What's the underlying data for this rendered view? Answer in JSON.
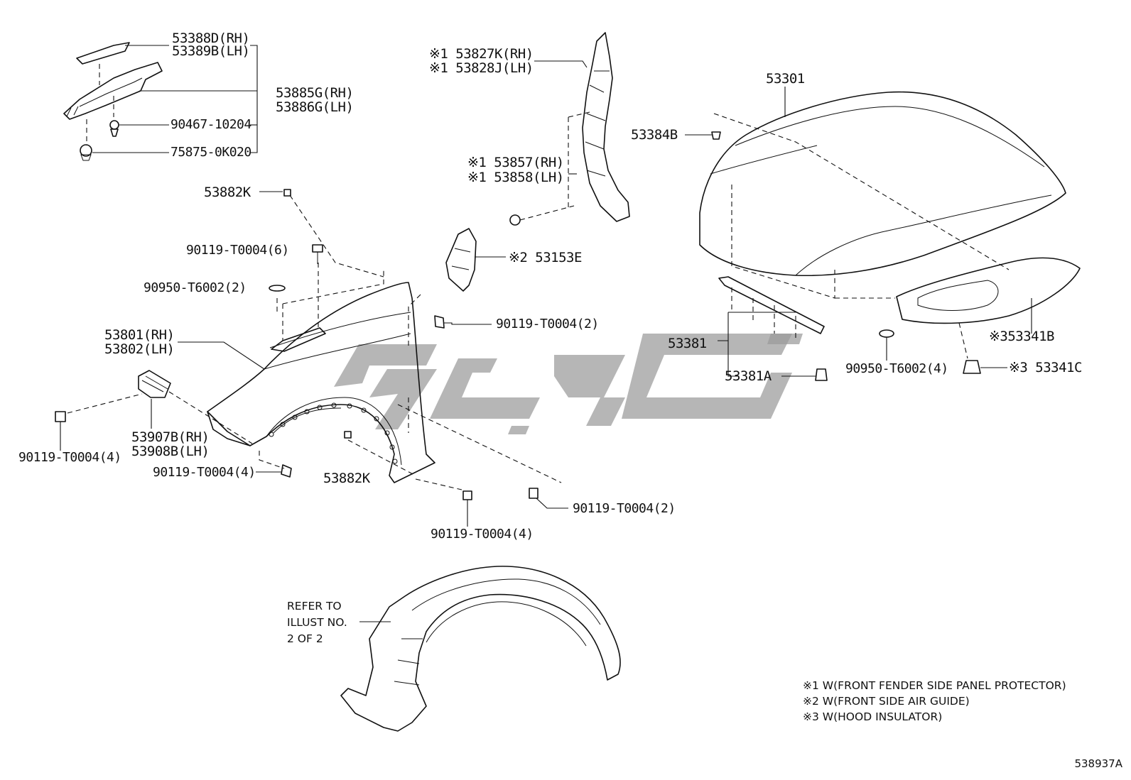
{
  "labels": {
    "p53388D": "53388D(RH)",
    "p53389B": "53389B(LH)",
    "p53885G": "53885G(RH)",
    "p53886G": "53886G(LH)",
    "p90467": "90467-10204",
    "p75875": "75875-0K020",
    "p53882K_top": "53882K",
    "p90119_6": "90119-T0004(6)",
    "p90950_2": "90950-T6002(2)",
    "p53801": "53801(RH)",
    "p53802": "53802(LH)",
    "p53907B": "53907B(RH)",
    "p53908B": "53908B(LH)",
    "p90119_4_left": "90119-T0004(4)",
    "p90119_4_mid": "90119-T0004(4)",
    "p53882K_bottom": "53882K",
    "p90119_4_bottom": "90119-T0004(4)",
    "p90119_2_right": "90119-T0004(2)",
    "p53827K": "※1 53827K(RH)",
    "p53828J": "※1 53828J(LH)",
    "p53857": "※1 53857(RH)",
    "p53858": "※1 53858(LH)",
    "p53153E": "※2 53153E",
    "p90119_2_mid": "90119-T0004(2)",
    "p53301": "53301",
    "p53384B": "53384B",
    "p53381": "53381",
    "p53381A": "53381A",
    "p90950_4": "90950-T6002(4)",
    "p53341B": "※353341B",
    "p53341C": "※3 53341C"
  },
  "refer": {
    "line1": "REFER TO",
    "line2": "ILLUST NO.",
    "line3": "2 OF 2"
  },
  "notes": [
    "※1 W(FRONT FENDER SIDE PANEL PROTECTOR)",
    "※2 W(FRONT SIDE AIR GUIDE)",
    "※3 W(HOOD INSULATOR)"
  ],
  "code": "538937A"
}
